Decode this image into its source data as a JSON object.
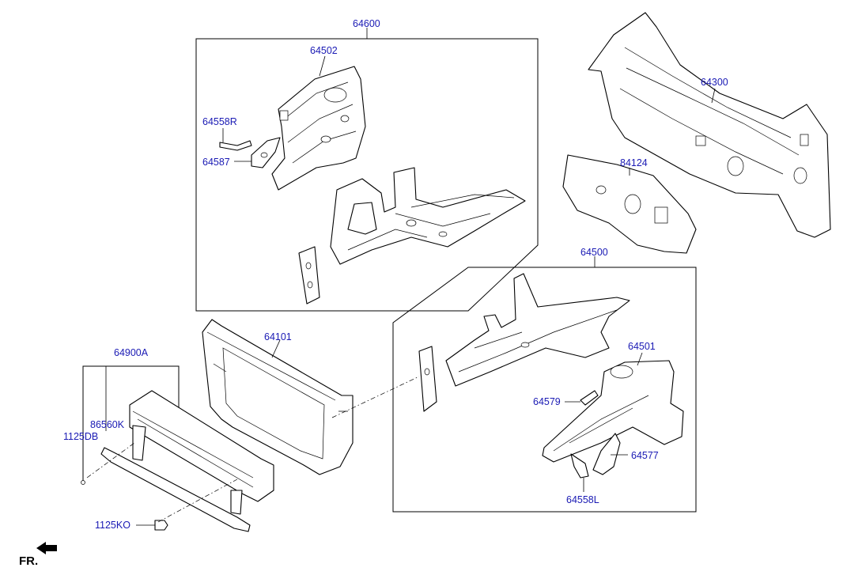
{
  "diagram": {
    "callouts": {
      "p64600": "64600",
      "p64502": "64502",
      "p64558R": "64558R",
      "p64587": "64587",
      "p64300": "64300",
      "p84124": "84124",
      "p64500": "64500",
      "p64101": "64101",
      "p64900A": "64900A",
      "p86560K": "86560K",
      "p1125DB": "1125DB",
      "p1125KO": "1125KO",
      "p64501": "64501",
      "p64579": "64579",
      "p64577": "64577",
      "p64558L": "64558L"
    },
    "direction_label": "FR.",
    "colors": {
      "callout_text": "#1a1ab4",
      "line": "#000000",
      "background": "#ffffff"
    }
  }
}
